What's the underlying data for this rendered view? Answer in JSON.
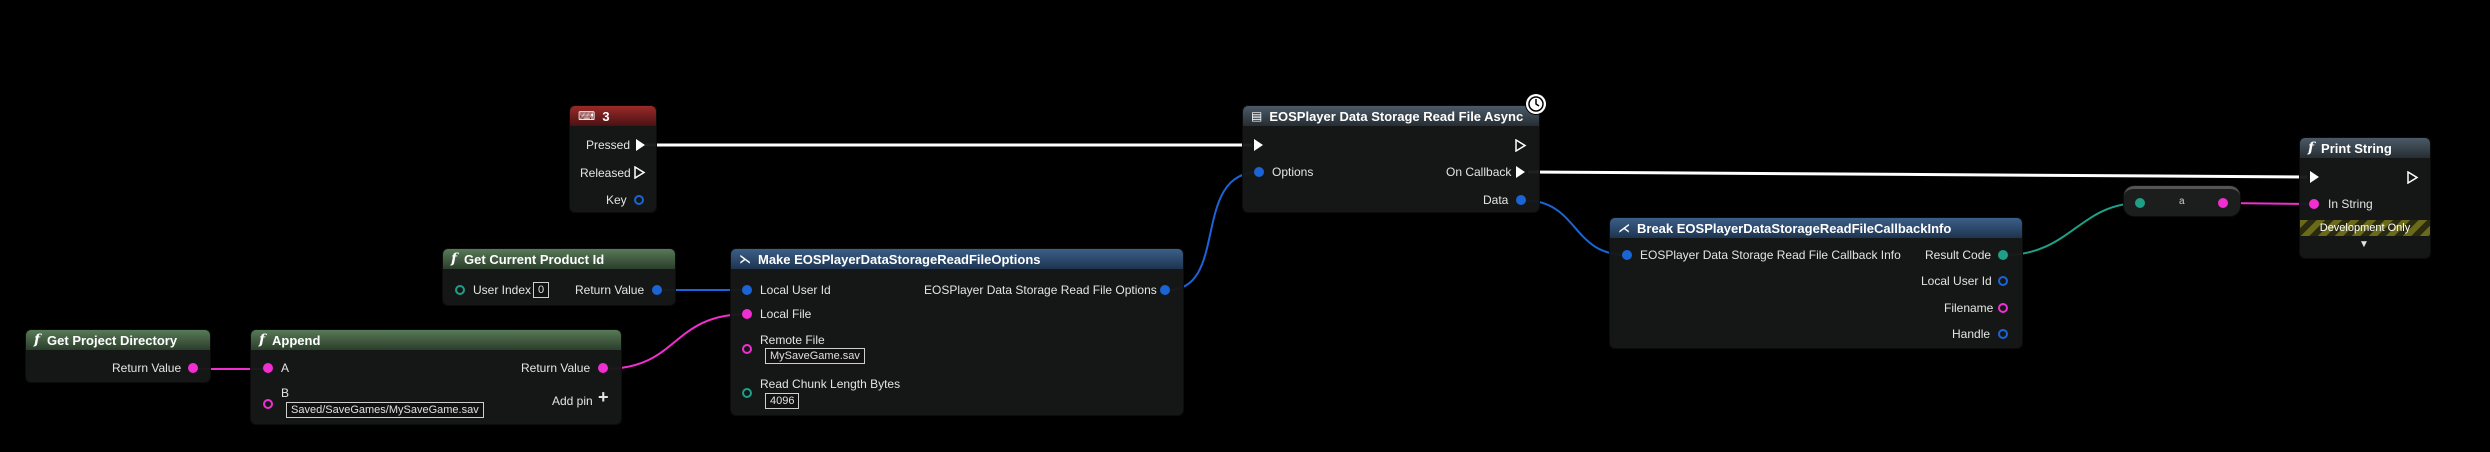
{
  "nodes": {
    "key3": {
      "title": "3",
      "pins": {
        "pressed": "Pressed",
        "released": "Released",
        "key": "Key"
      }
    },
    "get_project_directory": {
      "title": "Get Project Directory",
      "return_value": "Return Value"
    },
    "append": {
      "title": "Append",
      "pin_a": "A",
      "pin_b": "B",
      "b_value": "Saved/SaveGames/MySaveGame.sav",
      "return_value": "Return Value",
      "add_pin": "Add pin"
    },
    "get_current_product_id": {
      "title": "Get Current Product Id",
      "user_index": "User Index",
      "user_index_value": "0",
      "return_value": "Return Value"
    },
    "make_options": {
      "title": "Make EOSPlayerDataStorageReadFileOptions",
      "local_user_id": "Local User Id",
      "local_file": "Local File",
      "remote_file": "Remote File",
      "remote_file_value": "MySaveGame.sav",
      "read_chunk": "Read Chunk Length Bytes",
      "read_chunk_value": "4096",
      "output": "EOSPlayer Data Storage Read File Options"
    },
    "read_file_async": {
      "title": "EOSPlayer Data Storage Read File Async",
      "options": "Options",
      "on_callback": "On Callback",
      "data": "Data"
    },
    "break_callback": {
      "title": "Break EOSPlayerDataStorageReadFileCallbackInfo",
      "input": "EOSPlayer Data Storage Read File Callback Info",
      "result_code": "Result Code",
      "local_user_id": "Local User Id",
      "filename": "Filename",
      "handle": "Handle"
    },
    "reroute": {
      "label": "a"
    },
    "print_string": {
      "title": "Print String",
      "in_string": "In String",
      "development_only": "Development Only"
    }
  },
  "icons": {
    "function": "function-icon",
    "keyboard": "keyboard-icon",
    "struct": "struct-icon",
    "break": "break-icon",
    "async": "async-icon",
    "clock": "clock-icon"
  },
  "colors": {
    "string_pin": "#f02fd0",
    "struct_pin": "#1b64d6",
    "enum_pin": "#1e9f88",
    "exec": "#ffffff"
  }
}
